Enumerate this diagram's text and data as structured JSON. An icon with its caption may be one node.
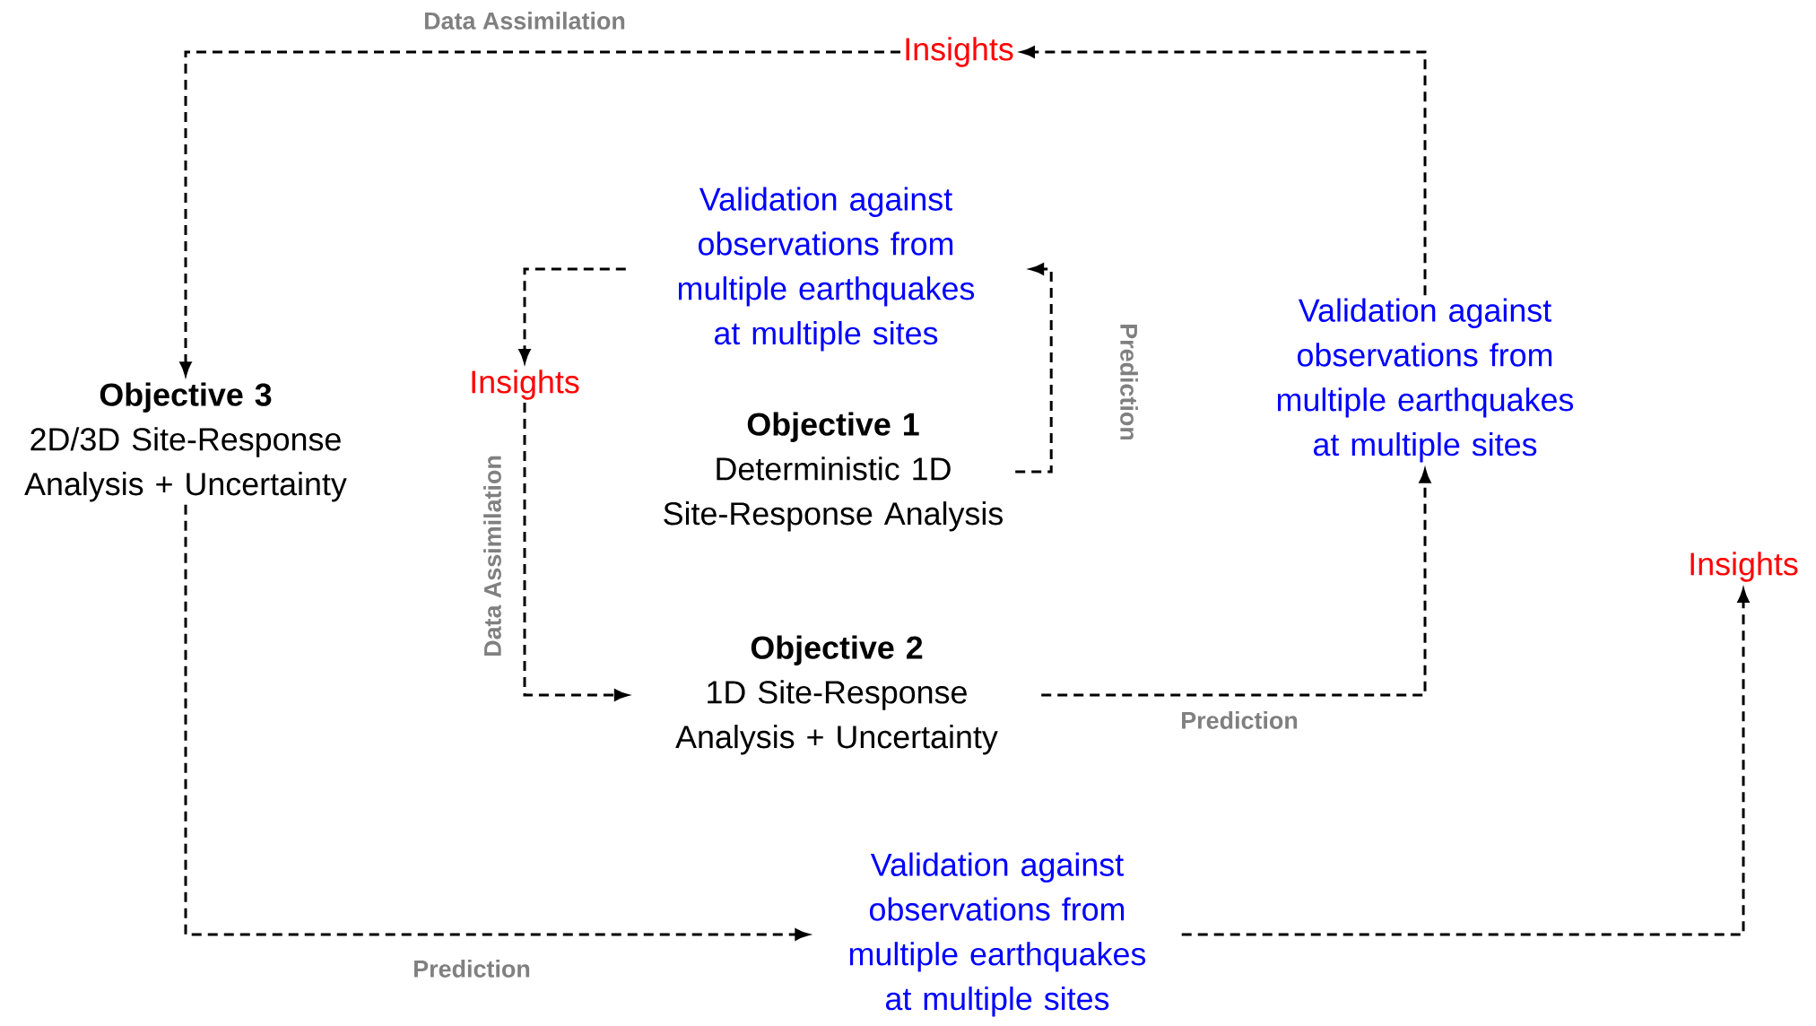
{
  "diagram": {
    "nodes": [
      {
        "text": [
          "Objective 3",
          "2D/3D Site-Response Analysis + Uncertainty"
        ]
      },
      {
        "text": [
          "Insights"
        ]
      },
      {
        "text": [
          "Validation against observations from multiple earthquakes at multiple sites"
        ]
      },
      {
        "text": [
          "Insights"
        ]
      },
      {
        "text": [
          "Objective 1",
          "Deterministic 1D Site-Response Analysis"
        ]
      },
      {
        "text": [
          "Validation against observations from multiple earthquakes at multiple sites"
        ]
      },
      {
        "text": [
          "Insights"
        ]
      },
      {
        "text": [
          "Objective 2",
          "1D Site-Response Analysis + Uncertainty"
        ]
      },
      {
        "text": [
          "Validation against observations from multiple earthquakes at multiple sites"
        ]
      }
    ],
    "edges": [
      {
        "from": 1,
        "to": 0,
        "arrow": "to",
        "label": "Data Assimilation"
      },
      {
        "from": 5,
        "to": 1,
        "arrow": "to"
      },
      {
        "from": 2,
        "to": 3,
        "arrow": "to"
      },
      {
        "from": 4,
        "to": 2,
        "arrow": "to",
        "label": "Prediction"
      },
      {
        "from": 3,
        "to": 7,
        "arrow": "to",
        "label": "Data Assimilation"
      },
      {
        "from": 7,
        "to": 5,
        "arrow": "to",
        "label": "Prediction"
      },
      {
        "from": 0,
        "to": 8,
        "arrow": "to",
        "label": "Prediction"
      },
      {
        "from": 8,
        "to": 6,
        "arrow": "to"
      }
    ]
  }
}
